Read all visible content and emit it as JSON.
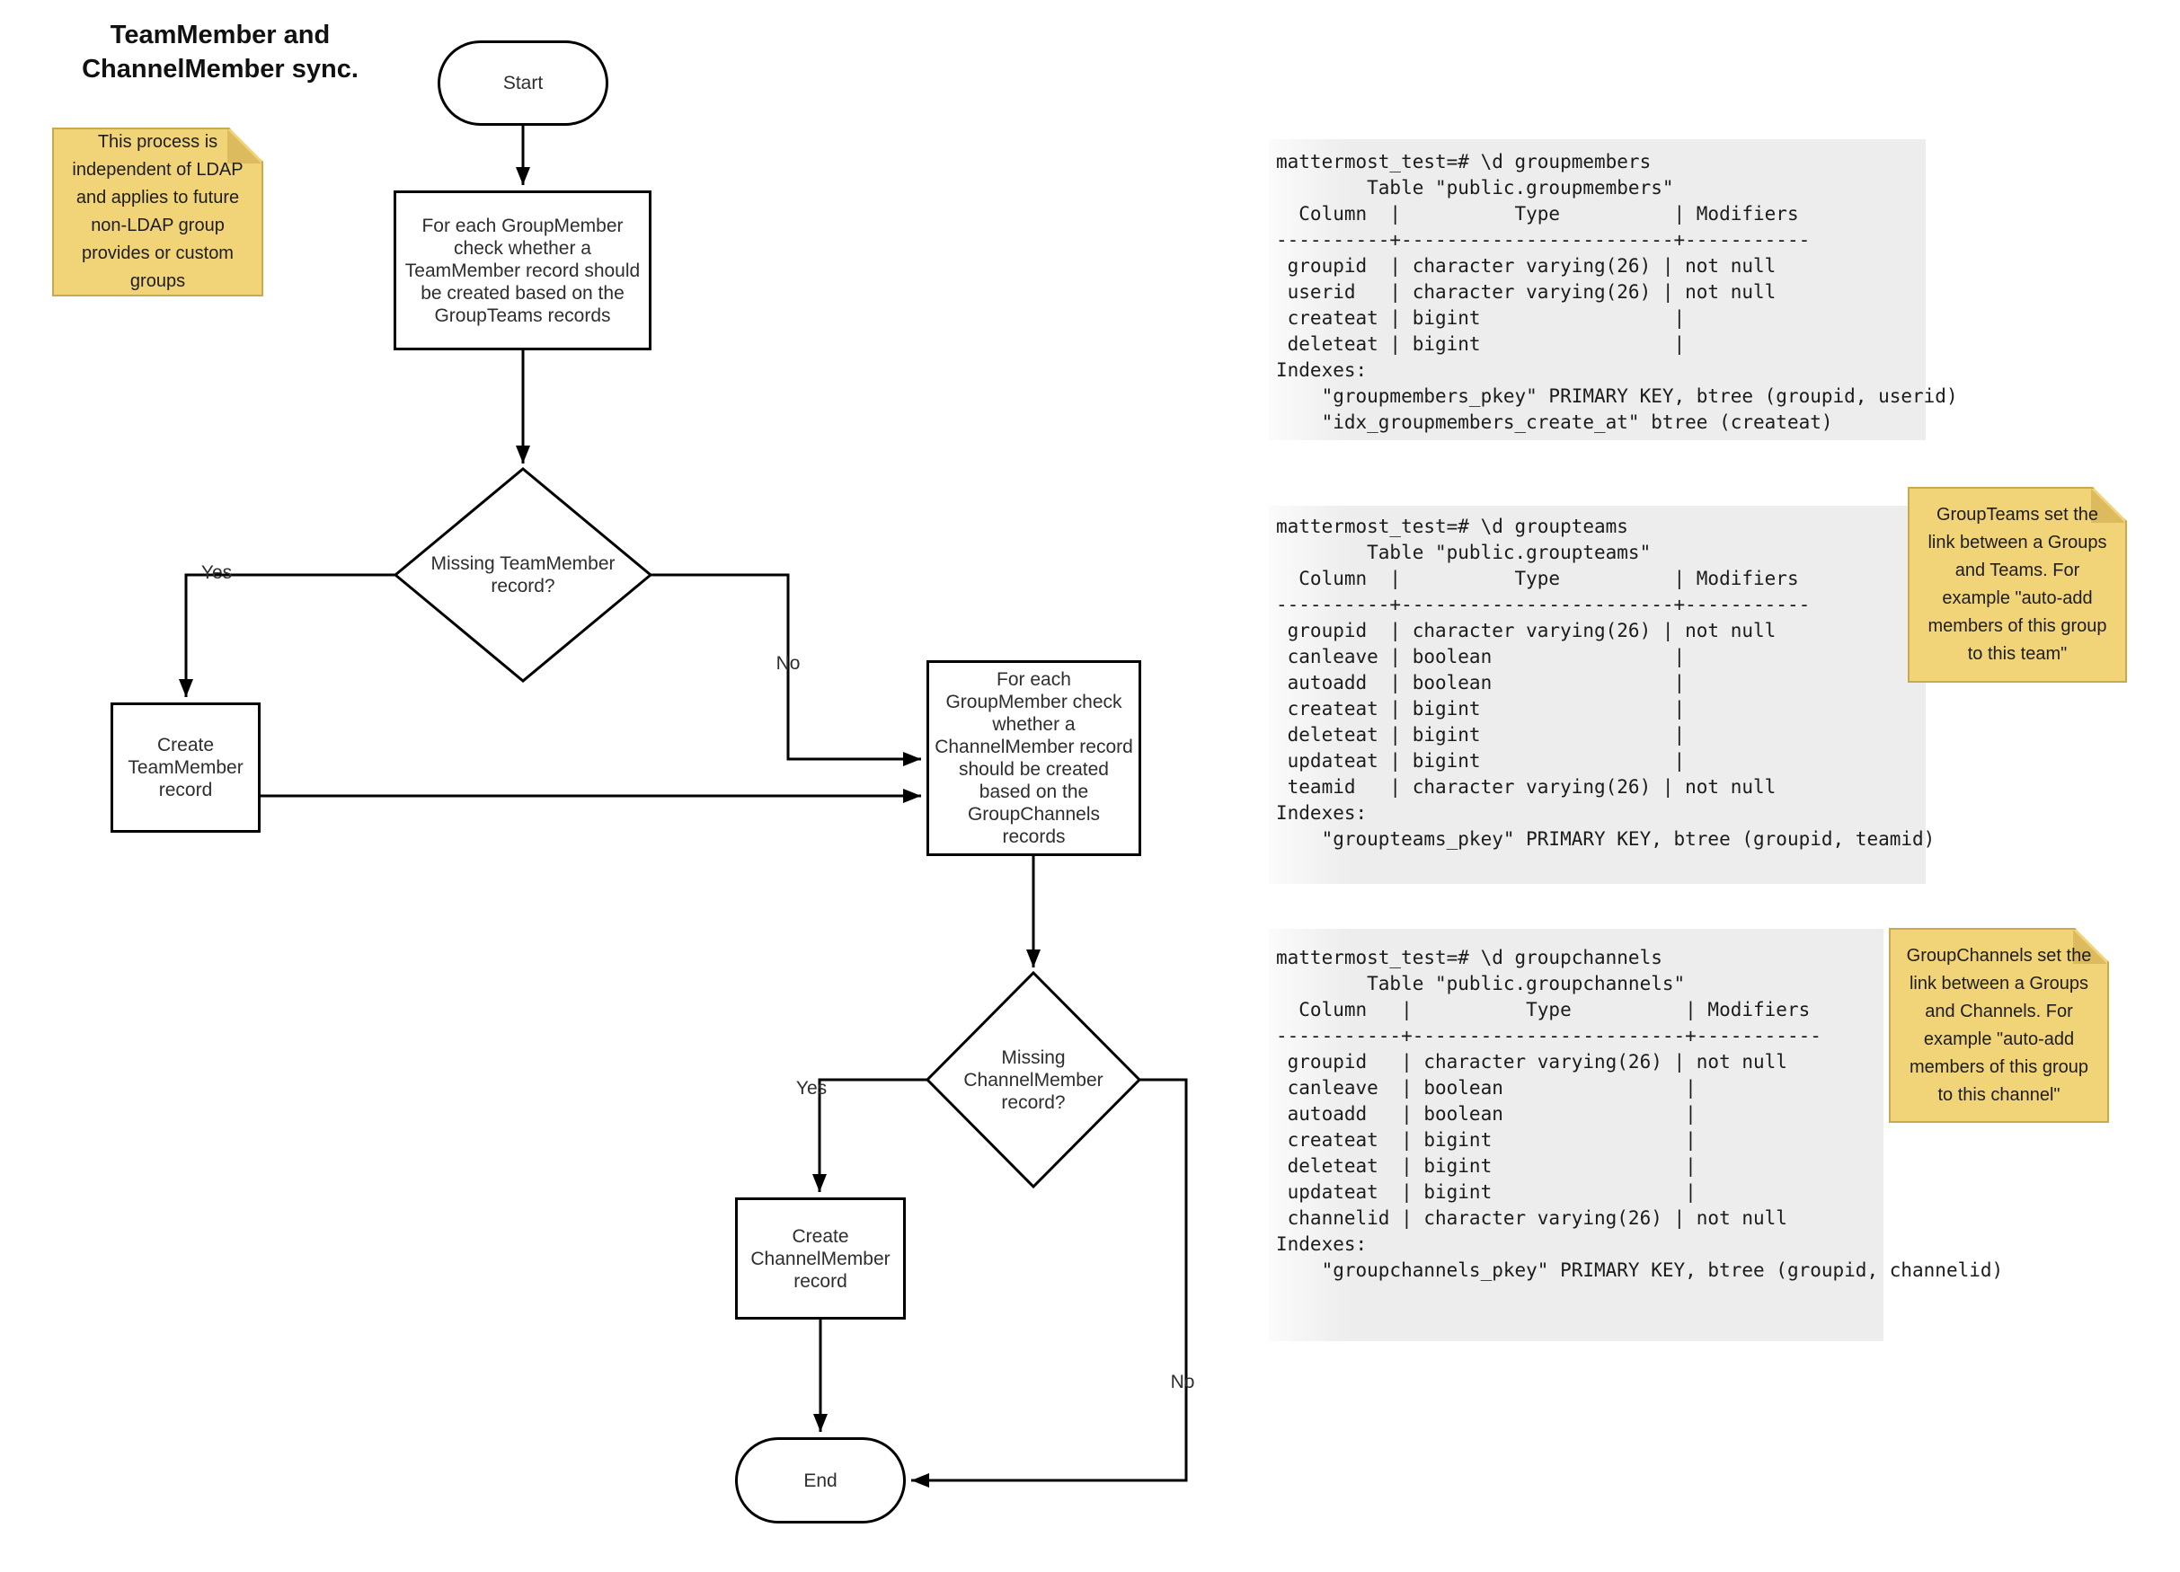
{
  "title": "TeamMember and\nChannelMember sync.",
  "flowchart": {
    "nodes": {
      "start": "Start",
      "check_team": "For each GroupMember\ncheck whether a\nTeamMember record should\nbe created based on the\nGroupTeams records",
      "decision_team": "Missing TeamMember\nrecord?",
      "create_team": "Create\nTeamMember\nrecord",
      "check_channel": "For each\nGroupMember check\nwhether a\nChannelMember record\nshould be created\nbased on the\nGroupChannels\nrecords",
      "decision_channel": "Missing\nChannelMember\nrecord?",
      "create_channel": "Create\nChannelMember\nrecord",
      "end": "End"
    },
    "edge_labels": {
      "team_yes": "Yes",
      "team_no": "No",
      "channel_yes": "Yes",
      "channel_no": "No"
    }
  },
  "notes": {
    "ldap": "This process is\nindependent of LDAP\nand applies to future\nnon-LDAP group\nprovides or custom\ngroups",
    "groupteams": "GroupTeams set the\nlink between a Groups\nand Teams. For\nexample \"auto-add\nmembers of this group\nto this team\"",
    "groupchannels": "GroupChannels set the\nlink between a Groups\nand Channels. For\nexample \"auto-add\nmembers of this group\nto this channel\""
  },
  "code_blocks": {
    "groupmembers": "mattermost_test=# \\d groupmembers\n        Table \"public.groupmembers\"\n  Column  |          Type          | Modifiers\n----------+------------------------+-----------\n groupid  | character varying(26) | not null\n userid   | character varying(26) | not null\n createat | bigint                 |\n deleteat | bigint                 |\nIndexes:\n    \"groupmembers_pkey\" PRIMARY KEY, btree (groupid, userid)\n    \"idx_groupmembers_create_at\" btree (createat)",
    "groupteams": "mattermost_test=# \\d groupteams\n        Table \"public.groupteams\"\n  Column  |          Type          | Modifiers\n----------+------------------------+-----------\n groupid  | character varying(26) | not null\n canleave | boolean                |\n autoadd  | boolean                |\n createat | bigint                 |\n deleteat | bigint                 |\n updateat | bigint                 |\n teamid   | character varying(26) | not null\nIndexes:\n    \"groupteams_pkey\" PRIMARY KEY, btree (groupid, teamid)",
    "groupchannels": "mattermost_test=# \\d groupchannels\n        Table \"public.groupchannels\"\n  Column   |          Type          | Modifiers\n-----------+------------------------+-----------\n groupid   | character varying(26) | not null\n canleave  | boolean                |\n autoadd   | boolean                |\n createat  | bigint                 |\n deleteat  | bigint                 |\n updateat  | bigint                 |\n channelid | character varying(26) | not null\nIndexes:\n    \"groupchannels_pkey\" PRIMARY KEY, btree (groupid, channelid)"
  },
  "colors": {
    "sticky_fill": "#f2d478",
    "sticky_fold": "#dcbb5e",
    "sticky_border": "#c9a94b",
    "code_background": "#ededed",
    "stroke": "#000000"
  }
}
